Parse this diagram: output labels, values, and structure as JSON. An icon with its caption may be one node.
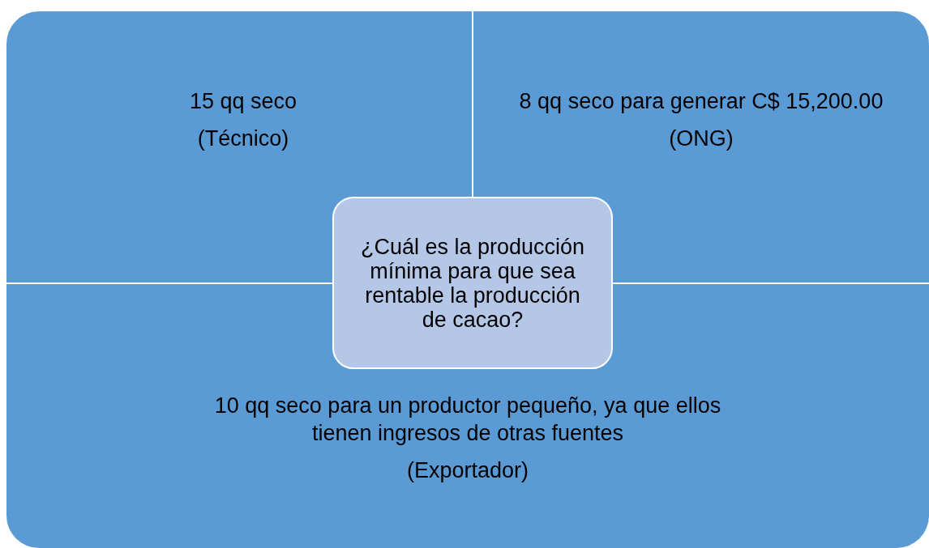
{
  "diagram": {
    "nodes": [
      {
        "text": [
          "15 qq seco",
          "(Técnico)"
        ]
      },
      {
        "text": [
          "8 qq seco para generar C$ 15,200.00",
          "(ONG)"
        ]
      },
      {
        "text": [
          "10 qq seco para un productor pequeño, ya que ellos tienen ingresos de otras fuentes",
          "(Exportador)"
        ]
      },
      {
        "text": [
          "¿Cuál es la producción mínima para que sea rentable la producción de cacao?"
        ]
      }
    ],
    "edges": []
  }
}
